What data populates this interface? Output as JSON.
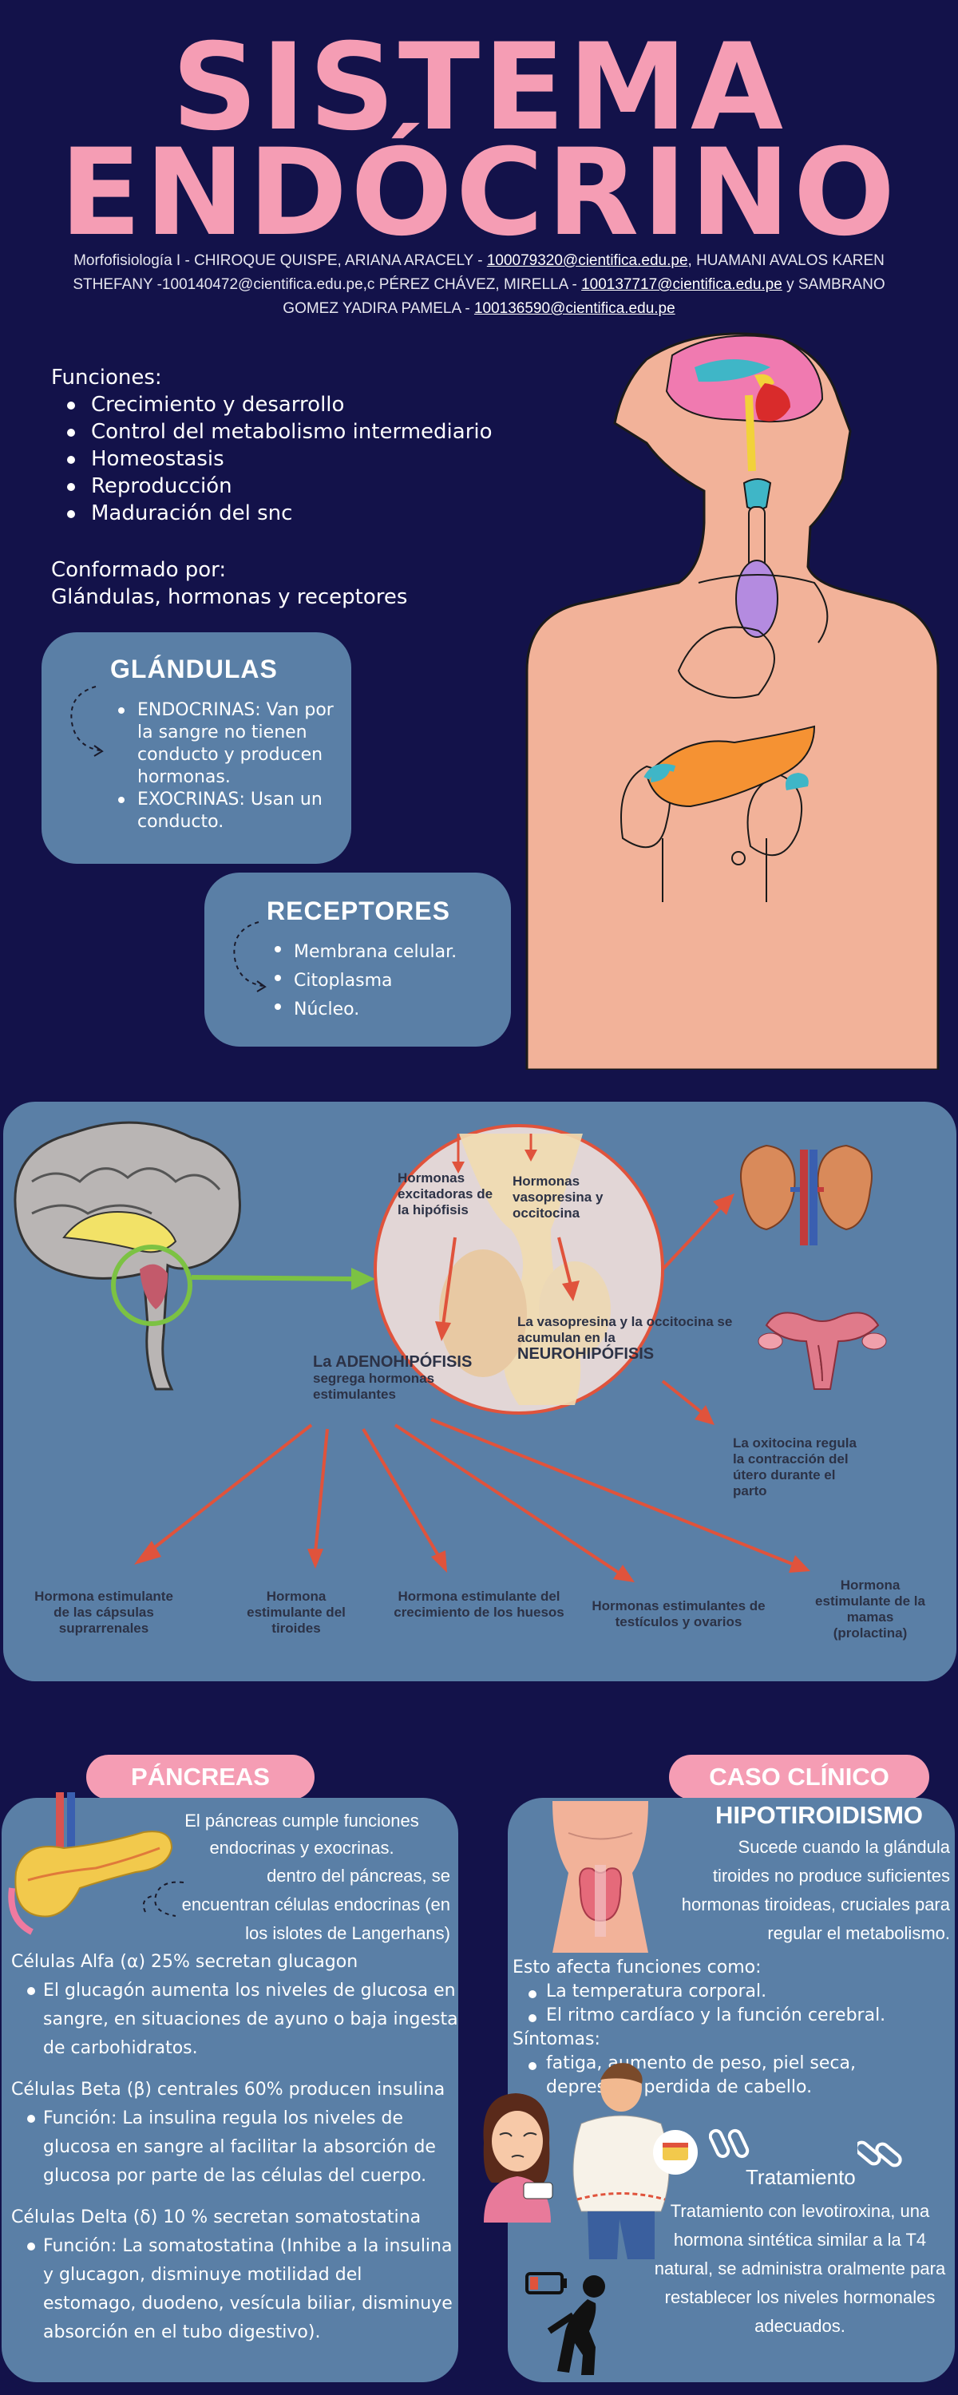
{
  "header": {
    "title_line1": "SISTEMA",
    "title_line2": "ENDÓCRINO",
    "authors_part1": "Morfofisiología I - CHIROQUE QUISPE, ARIANA ARACELY - ",
    "email1": "100079320@cientifica.edu.pe",
    "authors_part2": ", HUAMANI AVALOS KAREN STHEFANY -100140472@cientifica.edu.pe,c  PÉREZ CHÁVEZ, MIRELLA - ",
    "email2": "100137717@cientifica.edu.pe",
    "authors_part3": " y SAMBRANO GOMEZ YADIRA PAMELA - ",
    "email3": "100136590@cientifica.edu.pe"
  },
  "funciones": {
    "heading": "Funciones:",
    "items": [
      "Crecimiento y desarrollo",
      "Control del metabolismo intermediario",
      "Homeostasis",
      "Reproducción",
      "Maduración del snc"
    ]
  },
  "conformado": {
    "heading": "Conformado por:",
    "text": "Glándulas, hormonas y receptores"
  },
  "glandulas": {
    "title": "GLÁNDULAS",
    "items": [
      "ENDOCRINAS: Van por la sangre no tienen conducto y producen hormonas.",
      "EXOCRINAS: Usan un conducto."
    ]
  },
  "receptores": {
    "title": "RECEPTORES",
    "items": [
      "Membrana celular.",
      "Citoplasma",
      "Núcleo."
    ]
  },
  "hipofisis": {
    "hormonas_excitadoras": "Hormonas excitadoras de la hipófisis",
    "hormonas_vaso": "Hormonas vasopresina y occitocina",
    "vasopresina_acumulan_a": "La vasopresina y la occitocina se acumulan en la ",
    "neurohipofisis": "NEUROHIPÓFISIS",
    "adeno_pre": "La ",
    "adenohipofisis": "ADENOHIPÓFISIS",
    "adeno_post": "segrega hormonas estimulantes",
    "oxitocina": "La oxitocina regula la contracción  del útero durante el parto",
    "targets": [
      "Hormona estimulante de las cápsulas suprarrenales",
      "Hormona estimulante del tiroides",
      "Hormona estimulante del crecimiento de los huesos",
      "Hormonas estimulantes de testículos y ovarios",
      "Hormona estimulante de la mamas (prolactina)"
    ]
  },
  "pancreas": {
    "pill": "PÁNCREAS",
    "intro1": "El páncreas cumple funciones endocrinas y exocrinas.",
    "intro2": "dentro del páncreas, se encuentran células endocrinas (en los islotes de Langerhans)",
    "alfa_heading": "Células Alfa (α) 25% secretan glucagon",
    "alfa_item": "El glucagón aumenta los niveles de glucosa en sangre,  en situaciones de ayuno o baja ingesta de carbohidratos.",
    "beta_heading": "Células Beta (β) centrales 60% producen insulina",
    "beta_item": "Función: La insulina regula los niveles de glucosa en sangre al facilitar la absorción de glucosa por parte de las células del cuerpo.",
    "delta_heading": "Células Delta (δ) 10 % secretan somatostatina",
    "delta_item": "Función: La somatostatina (Inhibe a la insulina y glucagon, disminuye motilidad del estomago, duodeno, vesícula biliar, disminuye absorción en el tubo digestivo)."
  },
  "caso": {
    "pill": "CASO CLÍNICO",
    "title": "HIPOTIROIDISMO",
    "description": "Sucede cuando la glándula tiroides no produce suficientes hormonas tiroideas, cruciales para regular el metabolismo.",
    "afecta_heading": "Esto afecta funciones como:",
    "afecta_items": [
      "La temperatura corporal.",
      "El ritmo cardíaco y la función cerebral."
    ],
    "sintomas_heading": "Síntomas:",
    "sintomas_items": [
      "fatiga, aumento de peso, piel seca, depresión, perdida de cabello."
    ],
    "tratamiento_label": "Tratamiento",
    "tratamiento_text": "Tratamiento con levotiroxina, una hormona sintética similar a la T4 natural, se administra oralmente para restablecer los niveles hormonales adecuados."
  },
  "colors": {
    "background": "#13124a",
    "pink": "#f59db4",
    "card_blue": "#5a7fa6",
    "skin": "#f2b299",
    "arrow_red": "#e0533c",
    "arrow_green": "#7cc243"
  }
}
